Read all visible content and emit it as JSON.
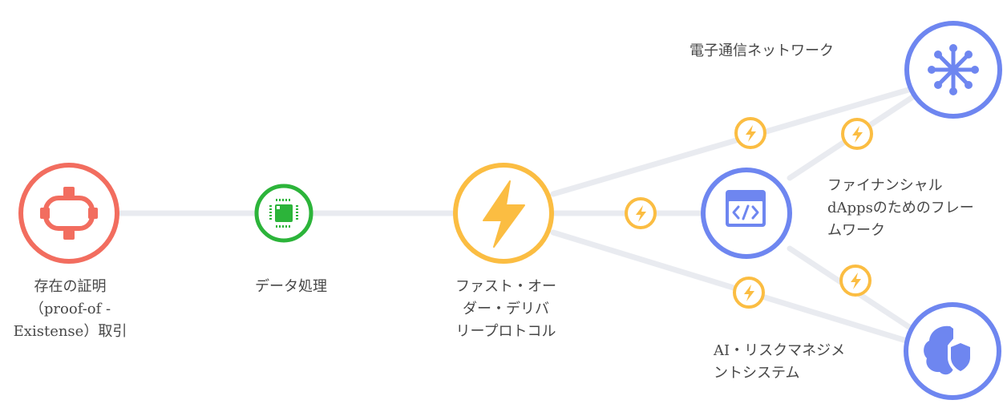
{
  "nodes": {
    "proof": {
      "label": "存在の証明\n（proof-of -\nExistense）取引",
      "icon": "network-nodes-icon",
      "color": "#f26d5f"
    },
    "data": {
      "label": "データ処理",
      "icon": "chip-icon",
      "color": "#2cb43a"
    },
    "fast": {
      "label": "ファスト・オー\nダー・デリバ\nリープロトコル",
      "icon": "lightning-bolt-icon",
      "color": "#fbbd42"
    },
    "dapp": {
      "label": "",
      "icon": "code-window-icon",
      "color": "#6e86f0"
    },
    "telecom": {
      "label": "電子通信ネットワーク",
      "icon": "hub-network-icon",
      "color": "#6e86f0"
    },
    "finance": {
      "label": "ファイナンシャル\ndAppsのためのフレー\nムワーク",
      "icon": "",
      "color": "#6e86f0"
    },
    "ai": {
      "label": "AI・リスクマネジメ\nントシステム",
      "icon": "brain-shield-icon",
      "color": "#6e86f0"
    }
  },
  "connector_icon": "small-lightning-icon",
  "colors": {
    "line": "#e9ebf0",
    "bolt": "#fbbd42",
    "red": "#f26d5f",
    "green": "#2cb43a",
    "blue": "#6e86f0"
  }
}
